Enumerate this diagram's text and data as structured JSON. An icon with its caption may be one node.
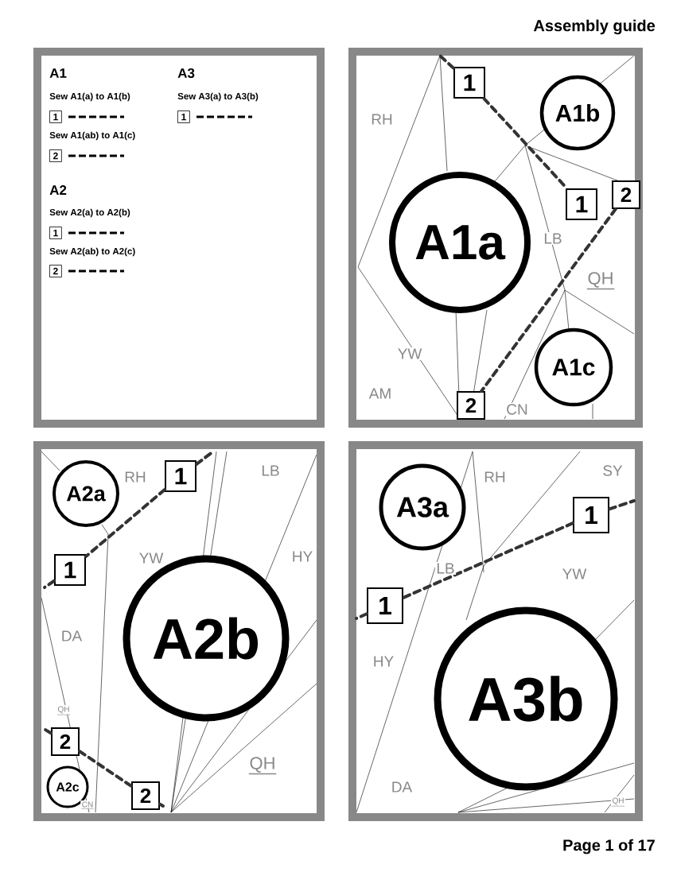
{
  "diagram": {
    "title": "Assembly guide",
    "nodes": [
      {
        "text": [],
        "shape": "box"
      },
      {
        "text": [],
        "shape": "box"
      },
      {
        "text": [
          "A1a"
        ],
        "in": 1
      },
      {
        "text": [
          "A1b"
        ],
        "in": 1
      },
      {
        "text": [
          "A1c"
        ],
        "in": 1
      },
      {
        "text": [
          "1"
        ],
        "in": 1
      },
      {
        "text": [
          "1"
        ],
        "in": 1
      },
      {
        "text": [
          "2"
        ],
        "in": 1
      },
      {
        "text": [
          "2"
        ],
        "in": 1
      },
      {
        "text": [],
        "shape": "box"
      },
      {
        "text": [
          "A2a"
        ],
        "in": 9
      },
      {
        "text": [
          "A2b"
        ],
        "in": 9
      },
      {
        "text": [
          "A2c"
        ],
        "in": 9
      },
      {
        "text": [
          "1"
        ],
        "in": 9
      },
      {
        "text": [
          "1"
        ],
        "in": 9
      },
      {
        "text": [
          "2"
        ],
        "in": 9
      },
      {
        "text": [
          "2"
        ],
        "in": 9
      },
      {
        "text": [],
        "shape": "box"
      },
      {
        "text": [
          "A3a"
        ],
        "in": 17
      },
      {
        "text": [
          "A3b"
        ],
        "in": 17
      },
      {
        "text": [
          "1"
        ],
        "in": 17
      },
      {
        "text": [
          "1"
        ],
        "in": 17
      }
    ],
    "edges": [
      {
        "from": 5,
        "to": 6,
        "arrow": "none",
        "style": "dashed"
      },
      {
        "from": 7,
        "to": 8,
        "arrow": "none",
        "style": "dashed"
      },
      {
        "from": 13,
        "to": 14,
        "arrow": "none",
        "style": "dashed"
      },
      {
        "from": 15,
        "to": 16,
        "arrow": "none",
        "style": "dashed"
      },
      {
        "from": 20,
        "to": 21,
        "arrow": "none",
        "style": "dashed"
      },
      {
        "from": 5,
        "to": null,
        "arrow": "none",
        "style": "dashed"
      },
      {
        "from": 13,
        "to": null,
        "arrow": "none",
        "style": "dashed"
      },
      {
        "from": 14,
        "to": null,
        "arrow": "none",
        "style": "dashed"
      },
      {
        "from": 15,
        "to": null,
        "arrow": "none",
        "style": "dashed"
      },
      {
        "from": 16,
        "to": null,
        "arrow": "none",
        "style": "dashed"
      },
      {
        "from": 20,
        "to": null,
        "arrow": "none",
        "style": "dashed"
      },
      {
        "from": 21,
        "to": null,
        "arrow": "none",
        "style": "dashed"
      }
    ],
    "labels": [
      "A1",
      "Sew A1(a) to A1(b)",
      "1",
      "Sew A1(ab) to A1(c)",
      "2",
      "A2",
      "Sew A2(a) to A2(b)",
      "1",
      "Sew A2(ab) to A2(c)",
      "2",
      "A3",
      "Sew A3(a) to A3(b)",
      "1",
      "RH",
      "LB",
      "YW",
      "AM",
      "QH",
      "CN",
      "RH",
      "LB",
      "YW",
      "DA",
      "HY",
      "QH",
      "QH",
      "CN",
      "RH",
      "LB",
      "SY",
      "YW",
      "HY",
      "DA",
      "QH",
      "Page 1 of 17"
    ]
  }
}
